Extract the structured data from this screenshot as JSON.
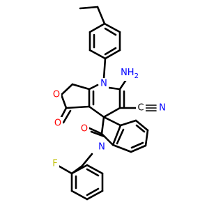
{
  "molecule": {
    "atom_labels": {
      "n_ring_top": "N",
      "amino": "NH2",
      "amino_n": "NH",
      "amino_sub": "2",
      "nitrile_c": "C",
      "nitrile_n": "N",
      "lactone_o": "O",
      "lactone_carbonyl_o": "O",
      "oxindole_o": "O",
      "n_indole": "N",
      "fluorine": "F"
    }
  },
  "colors": {
    "bond": "#000000",
    "nitrogen": "#0000ff",
    "oxygen": "#ff0000",
    "fluorine": "#bfbf00"
  }
}
